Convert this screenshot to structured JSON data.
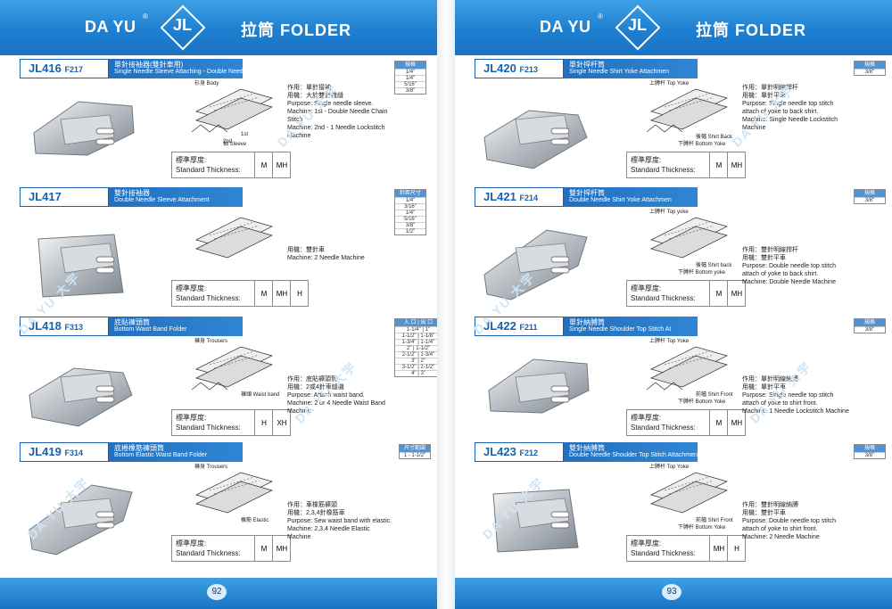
{
  "brand": "DA YU",
  "brand_reg": "®",
  "header_title": "拉筒 FOLDER",
  "left_page_no": "92",
  "right_page_no": "93",
  "watermark": "DA YU 大宇",
  "thickness_label_zh": "標準厚度:",
  "thickness_label_en": "Standard Thickness:",
  "left": [
    {
      "code": "JL416",
      "sub": "F217",
      "zh": "單針接袖器(雙針車用)",
      "en": "Single Needle Sleeve Attaching - Double Needle Operation",
      "thickness": [
        "M",
        "MH"
      ],
      "table_header": "規格",
      "table_rows": [
        "1/4\"",
        "1/4\"",
        "5/16\"",
        "3/8\""
      ],
      "purpose": [
        "作用：單針接袖",
        "用機：大於雙針機縫",
        "Purpose: Single needle sleeve.",
        "Machine: 1st - Double Needle Chain Stitch",
        "Machine: 2nd - 1 Needle Lockstitch Machine"
      ],
      "diagram_labels": [
        "衫身 Body",
        "1st",
        "袖 Sleeve",
        "2nd"
      ]
    },
    {
      "code": "JL417",
      "sub": "",
      "zh": "雙針接袖器",
      "en": "Double Needle Sleeve Attachment",
      "thickness": [
        "M",
        "MH",
        "H"
      ],
      "table_header": "針距尺寸",
      "table_rows": [
        "1/4\"",
        "3/16\"",
        "1/4\"",
        "5/16\"",
        "3/8\"",
        "1/2\""
      ],
      "purpose": [
        "用機：雙針車",
        "Machine: 2 Needle Machine"
      ],
      "diagram_labels": []
    },
    {
      "code": "JL418",
      "sub": "F313",
      "zh": "底貼褲頭筒",
      "en": "Bottom Waist Band Folder",
      "thickness": [
        "H",
        "XH"
      ],
      "table_header": "入 口 | 出 口",
      "table_rows": [
        "1-1/4\" | 1\"",
        "1-1/2\" | 1-1/8\"",
        "1-3/4\" | 1-1/4\"",
        "2\" | 1-1/2\"",
        "2-1/2\" | 1-3/4\"",
        "3\" | 2\"",
        "3-1/2\" | 2-1/2\"",
        "4\" | 3\""
      ],
      "purpose": [
        "作用：底貼褲頭筒",
        "用機：2或4針車縫機",
        "Purpose: Attach waist band.",
        "Machine: 2 or 4 Needle Waist Band Machine"
      ],
      "diagram_labels": [
        "褲身 Trousers",
        "褲頭 Waist band"
      ]
    },
    {
      "code": "JL419",
      "sub": "F314",
      "zh": "底捲橡筋褲頭筒",
      "en": "Bottom Elastic Waist Band Folder",
      "thickness": [
        "M",
        "MH"
      ],
      "table_header": "尺寸範圍",
      "table_rows": [
        "1 - 1-1/2\""
      ],
      "purpose": [
        "作用：車橡筋褲頭",
        "用機：2,3,4針橡筋車",
        "Purpose: Sew waist band with elastic.",
        "Machine: 2,3,4 Needle Elastic Machine"
      ],
      "diagram_labels": [
        "褲身 Trousers",
        "橡筋 Elastic"
      ]
    }
  ],
  "right": [
    {
      "code": "JL420",
      "sub": "F213",
      "zh": "單針捍杆筒",
      "en": "Single Needle Shirt Yoke Attachmen",
      "thickness": [
        "M",
        "MH"
      ],
      "table_header": "規格",
      "table_rows": [
        "3/8\""
      ],
      "purpose": [
        "作用：單針明線捍杆",
        "用機：單針平車",
        "Purpose: Single needle top stitch attach of yoke to back shirt.",
        "Machine: Single Needle Lockstitch Machine"
      ],
      "diagram_labels": [
        "上膊杆 Top Yoke",
        "後幅 Shirt Back",
        "下膊杆 Bottom Yoke"
      ]
    },
    {
      "code": "JL421",
      "sub": "F214",
      "zh": "雙針捍杆筒",
      "en": "Double Needle Shirt Yoke Attachmen",
      "thickness": [
        "M",
        "MH"
      ],
      "table_header": "規格",
      "table_rows": [
        "3/8\""
      ],
      "purpose": [
        "作用：雙針明線捍杆",
        "用機：雙針平車",
        "Purpose: Double needle top stitch attach of yoke to back shirt.",
        "Machine: Double Needle Machine"
      ],
      "diagram_labels": [
        "上膊杆 Top yoke",
        "後幅 Shirt back",
        "下膊杆 Bottom yoke"
      ]
    },
    {
      "code": "JL422",
      "sub": "F211",
      "zh": "單針納膊筒",
      "en": "Single Needle Shoulder Top Stitch At",
      "thickness": [
        "M",
        "MH"
      ],
      "table_header": "規格",
      "table_rows": [
        "3/8\""
      ],
      "purpose": [
        "作用：單針明線納膊",
        "用機：單針平車",
        "Purpose: Single needle top stitch attach of yoke to shirt front.",
        "Machine: 1 Needle Lockstitch Machine"
      ],
      "diagram_labels": [
        "上膊杆 Top Yoke",
        "前幅 Shirt Front",
        "下膊杆 Bottom Yoke"
      ]
    },
    {
      "code": "JL423",
      "sub": "F212",
      "zh": "雙針納膊筒",
      "en": "Double Needle Shoulder Top Stitch Attachment",
      "thickness": [
        "MH",
        "H"
      ],
      "table_header": "規格",
      "table_rows": [
        "3/8\""
      ],
      "purpose": [
        "作用：雙針明線納膊",
        "用機：雙針平車",
        "Purpose: Double needle top stitch attach of yoke to shirt front.",
        "Machine: 2 Needle Machine"
      ],
      "diagram_labels": [
        "上膊杆 Top Yoke",
        "前幅 Shirt Front",
        "下膊杆 Bottom Yoke"
      ]
    }
  ]
}
